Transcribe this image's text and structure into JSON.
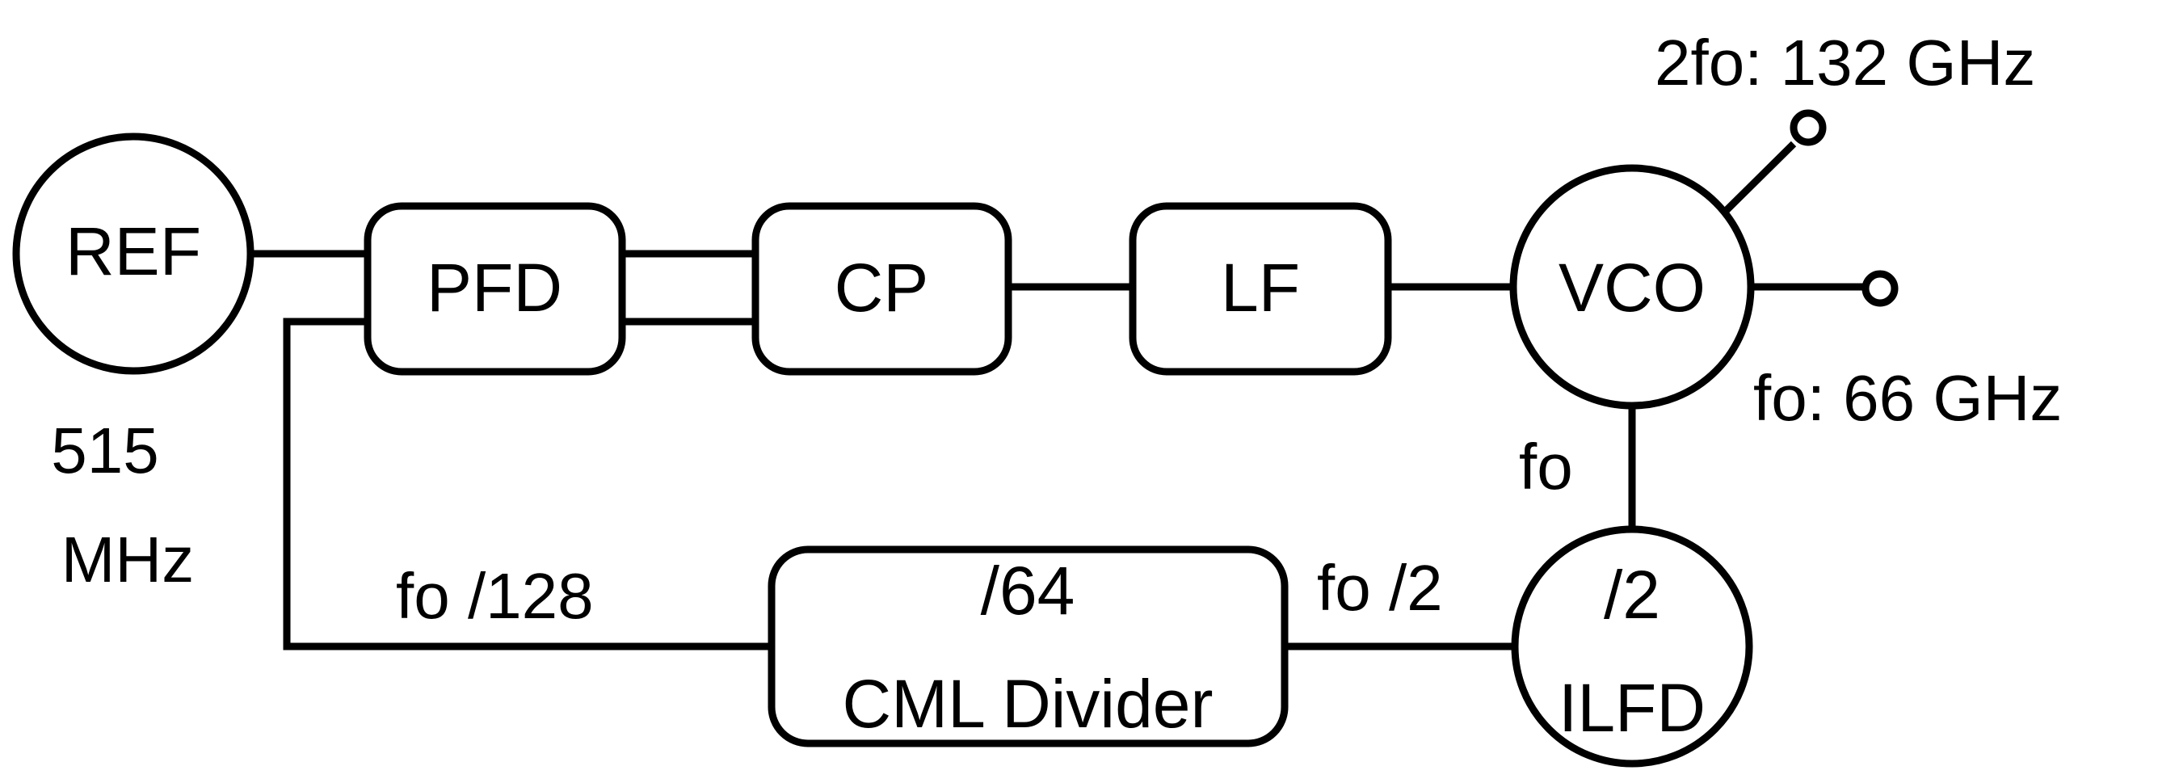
{
  "blocks": {
    "ref": "REF",
    "pfd": "PFD",
    "cp": "CP",
    "lf": "LF",
    "vco": "VCO",
    "divider_ratio": "/64",
    "divider_name": "CML Divider",
    "ilfd_ratio": "/2",
    "ilfd_name": "ILFD"
  },
  "labels": {
    "ref_freq_value": "515",
    "ref_freq_unit": "MHz",
    "out_2fo": "2fo: 132 GHz",
    "out_fo": "fo: 66 GHz",
    "vco_to_ilfd": "fo",
    "ilfd_to_divider": "fo /2",
    "divider_to_pfd": "fo /128"
  }
}
